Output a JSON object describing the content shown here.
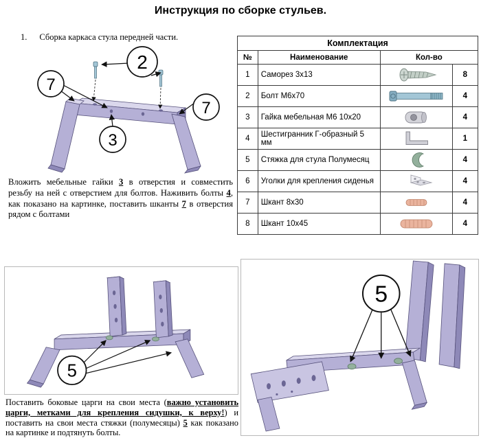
{
  "title": "Инструкция по сборке стульев.",
  "step1": {
    "number": "1.",
    "heading": "Сборка каркаса стула передней части.",
    "caption": {
      "t1": "Вложить мебельные гайки ",
      "r1": "3",
      "t2": " в отверстия и совместить резьбу на ней с отверстием для болтов. Наживить болты ",
      "r2": "4",
      "t3": ", как показано на картинке, поставить шканты ",
      "r3": "7",
      "t4": " в отверстия рядом с болтами"
    },
    "diagram": {
      "callout_bolt": "2",
      "callout_dowel_left": "7",
      "callout_nut": "3",
      "callout_dowel_right": "7"
    }
  },
  "parts_table": {
    "title": "Комплектация",
    "columns": {
      "num": "№",
      "name": "Наименование",
      "qty": "Кол-во"
    },
    "rows": [
      {
        "num": "1",
        "name": "Саморез 3х13",
        "qty": "8",
        "icon": "screw-icon"
      },
      {
        "num": "2",
        "name": "Болт  М6х70",
        "qty": "4",
        "icon": "bolt-icon"
      },
      {
        "num": "3",
        "name": "Гайка мебельная М6 10х20",
        "qty": "4",
        "icon": "barrel-nut-icon"
      },
      {
        "num": "4",
        "name": "Шестигранник Г-образный 5 мм",
        "qty": "1",
        "icon": "hex-key-icon"
      },
      {
        "num": "5",
        "name": "Стяжка для стула Полумесяц",
        "qty": "4",
        "icon": "crescent-tie-icon"
      },
      {
        "num": "6",
        "name": "Уголки для крепления сиденья",
        "qty": "4",
        "icon": "corner-bracket-icon"
      },
      {
        "num": "7",
        "name": "Шкант 8х30",
        "qty": "4",
        "icon": "dowel-8x30-icon"
      },
      {
        "num": "8",
        "name": "Шкант 10х45",
        "qty": "4",
        "icon": "dowel-10x45-icon"
      }
    ]
  },
  "step2": {
    "caption": {
      "t1": "Поставить боковые царги на свои места (",
      "b1": "важно установить царги, метками для крепления сидушки, к верху!",
      "t2": ") и поставить на свои места стяжки (полумесяцы) ",
      "r1": "5",
      "t3": " как показано на картинке и подтянуть болты."
    },
    "diagram_left": {
      "callout": "5"
    },
    "diagram_right": {
      "callout": "5"
    }
  },
  "colors": {
    "wood_lavender": "#b5b0d6",
    "wood_light": "#dad7ec",
    "wood_dark": "#8e89b8",
    "outline": "#55507a",
    "crescent_green": "#93b09c",
    "dowel_tan": "#eab49e",
    "bolt_blue": "#a3c6d6"
  }
}
